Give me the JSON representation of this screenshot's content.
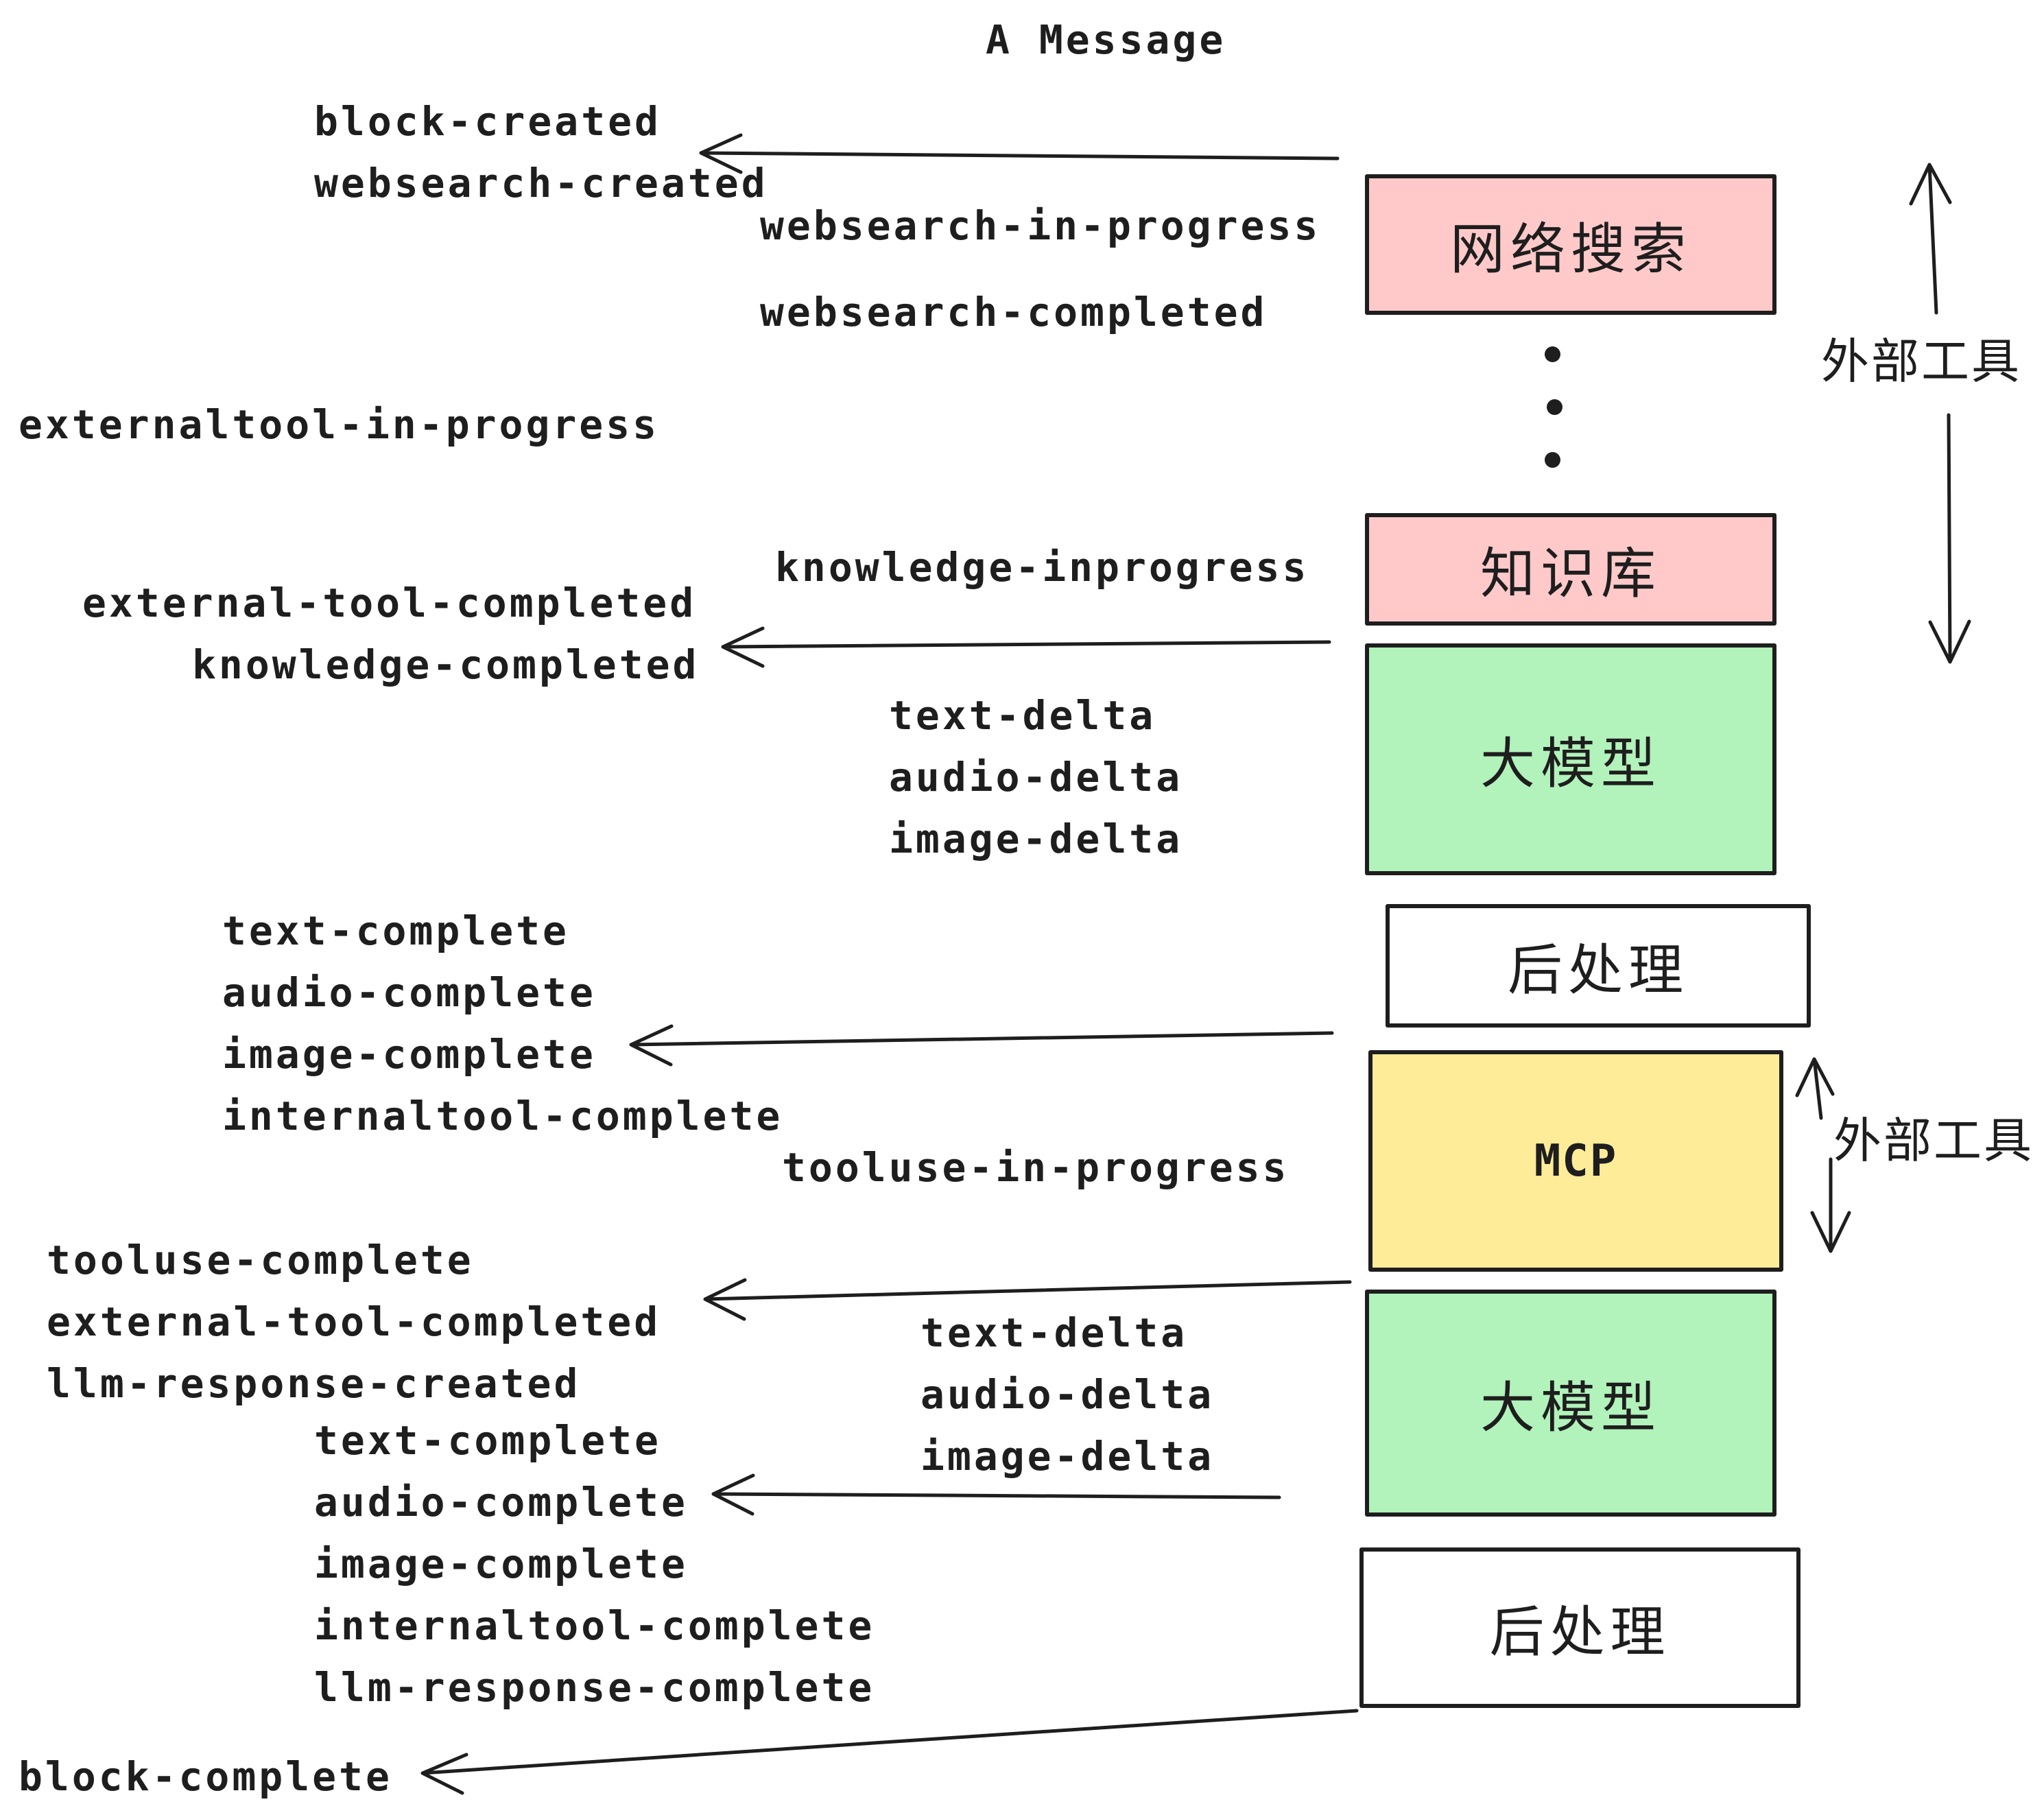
{
  "title": "A Message",
  "events": [
    {
      "id": "block-created",
      "text": "block-created"
    },
    {
      "id": "websearch-created",
      "text": "websearch-created"
    },
    {
      "id": "websearch-in-progress",
      "text": "websearch-in-progress"
    },
    {
      "id": "websearch-completed",
      "text": "websearch-completed"
    },
    {
      "id": "externaltool-in-progress",
      "text": "externaltool-in-progress"
    },
    {
      "id": "external-tool-completed-1",
      "text": "external-tool-completed"
    },
    {
      "id": "knowledge-completed",
      "text": "knowledge-completed"
    },
    {
      "id": "knowledge-inprogress",
      "text": "knowledge-inprogress"
    },
    {
      "id": "text-delta-1",
      "text": "text-delta"
    },
    {
      "id": "audio-delta-1",
      "text": "audio-delta"
    },
    {
      "id": "image-delta-1",
      "text": "image-delta"
    },
    {
      "id": "text-complete-1",
      "text": "text-complete"
    },
    {
      "id": "audio-complete-1",
      "text": "audio-complete"
    },
    {
      "id": "image-complete-1",
      "text": "image-complete"
    },
    {
      "id": "internaltool-complete-1",
      "text": "internaltool-complete"
    },
    {
      "id": "tooluse-in-progress",
      "text": "tooluse-in-progress"
    },
    {
      "id": "tooluse-complete",
      "text": "tooluse-complete"
    },
    {
      "id": "external-tool-completed-2",
      "text": "external-tool-completed"
    },
    {
      "id": "llm-response-created",
      "text": "llm-response-created"
    },
    {
      "id": "text-delta-2",
      "text": "text-delta"
    },
    {
      "id": "audio-delta-2",
      "text": "audio-delta"
    },
    {
      "id": "image-delta-2",
      "text": "image-delta"
    },
    {
      "id": "text-complete-2",
      "text": "text-complete"
    },
    {
      "id": "audio-complete-2",
      "text": "audio-complete"
    },
    {
      "id": "image-complete-2",
      "text": "image-complete"
    },
    {
      "id": "internaltool-complete-2",
      "text": "internaltool-complete"
    },
    {
      "id": "llm-response-complete",
      "text": "llm-response-complete"
    },
    {
      "id": "block-complete",
      "text": "block-complete"
    }
  ],
  "boxes": [
    {
      "id": "websearch",
      "label": "网络搜索",
      "color": "#ffc9c9"
    },
    {
      "id": "knowledge",
      "label": "知识库",
      "color": "#ffc9c9"
    },
    {
      "id": "llm-1",
      "label": "大模型",
      "color": "#b2f2bb"
    },
    {
      "id": "postprocess-1",
      "label": "后处理",
      "color": "#ffffff"
    },
    {
      "id": "mcp",
      "label": "MCP",
      "color": "#ffec99"
    },
    {
      "id": "llm-2",
      "label": "大模型",
      "color": "#b2f2bb"
    },
    {
      "id": "postprocess-2",
      "label": "后处理",
      "color": "#ffffff"
    }
  ],
  "annotations": [
    {
      "id": "external-tools-1",
      "text": "外部工具"
    },
    {
      "id": "external-tools-2",
      "text": "外部工具"
    }
  ],
  "colors": {
    "ink": "#1e1e1e",
    "pink": "#ffc9c9",
    "green": "#b2f2bb",
    "yellow": "#ffec99",
    "background": "#ffffff"
  }
}
